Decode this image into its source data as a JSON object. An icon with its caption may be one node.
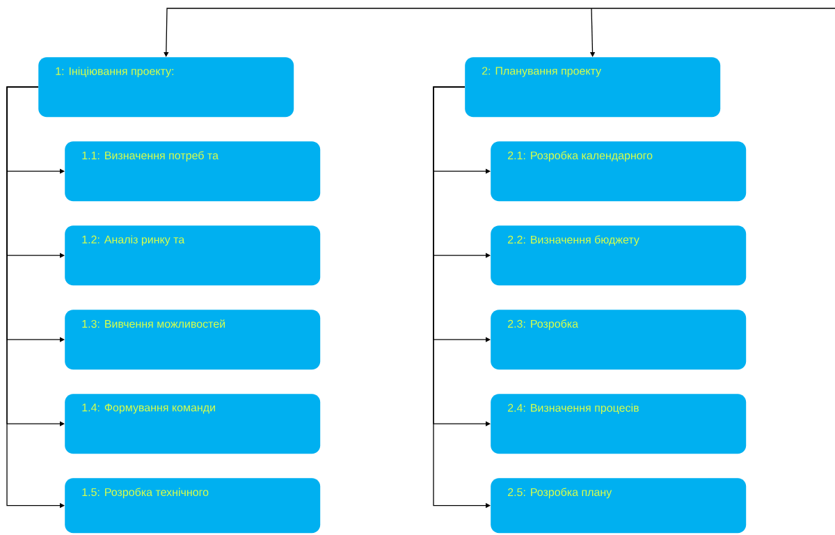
{
  "diagram": {
    "nodes": [
      {
        "text": [
          "1: Ініціювання проекту:"
        ]
      },
      {
        "text": [
          "1.1: Визначення потреб та"
        ]
      },
      {
        "text": [
          "1.2: Аналіз ринку та"
        ]
      },
      {
        "text": [
          "1.3: Вивчення можливостей"
        ]
      },
      {
        "text": [
          "1.4: Формування команди"
        ]
      },
      {
        "text": [
          "1.5: Розробка технічного"
        ]
      },
      {
        "text": [
          "2: Планування проекту"
        ]
      },
      {
        "text": [
          "2.1: Розробка календарного"
        ]
      },
      {
        "text": [
          "2.2: Визначення бюджету"
        ]
      },
      {
        "text": [
          "2.3: Розробка"
        ]
      },
      {
        "text": [
          "2.4: Визначення процесів"
        ]
      },
      {
        "text": [
          "2.5: Розробка плану"
        ]
      }
    ],
    "edges": [
      {
        "from": null,
        "to": 0,
        "arrow": "to"
      },
      {
        "from": null,
        "to": 6,
        "arrow": "to"
      },
      {
        "from": 0,
        "to": 1,
        "arrow": "to"
      },
      {
        "from": 0,
        "to": 2,
        "arrow": "to"
      },
      {
        "from": 0,
        "to": 3,
        "arrow": "to"
      },
      {
        "from": 0,
        "to": 4,
        "arrow": "to"
      },
      {
        "from": 0,
        "to": 5,
        "arrow": "to"
      },
      {
        "from": 6,
        "to": 7,
        "arrow": "to"
      },
      {
        "from": 6,
        "to": 8,
        "arrow": "to"
      },
      {
        "from": 6,
        "to": 9,
        "arrow": "to"
      },
      {
        "from": 6,
        "to": 10,
        "arrow": "to"
      },
      {
        "from": 6,
        "to": 11,
        "arrow": "to"
      }
    ]
  }
}
